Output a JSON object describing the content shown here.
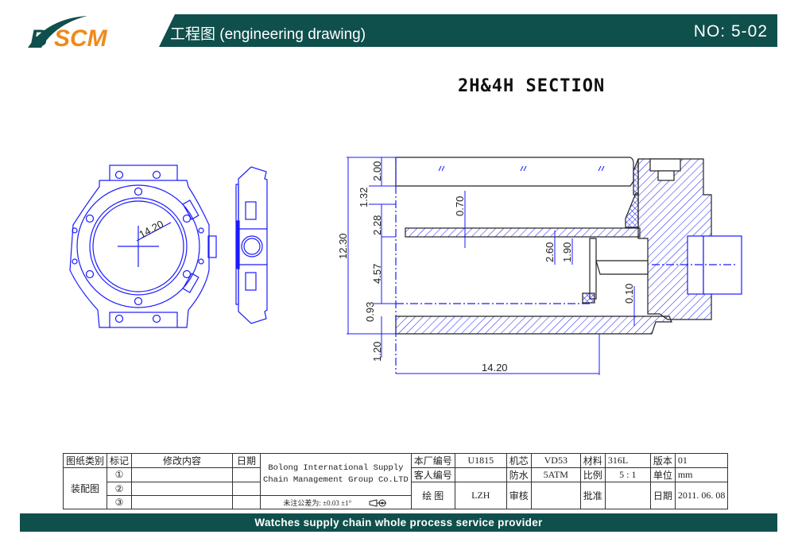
{
  "header": {
    "logo_text": "BSCM",
    "title": "工程图  (engineering drawing)",
    "number": "NO: 5-02"
  },
  "drawing": {
    "section_title": "2H&4H SECTION",
    "front_view_dim": "14.20",
    "dims": {
      "overall_height": "12.30",
      "crystal": "2.00",
      "gap": "1.32",
      "dial_zone": "2.28",
      "movement": "4.57",
      "back_gap": "0.93",
      "caseback": "1.20",
      "dial_thick": "0.70",
      "stem_a": "2.60",
      "stem_b": "1.90",
      "clearance": "0.10",
      "radius": "14.20"
    },
    "colors": {
      "line": "#1a1aff",
      "header": "#0f4f4c",
      "logo_orange": "#f08a1c"
    }
  },
  "title_block": {
    "category_label": "图纸类别",
    "category_value": "装配图",
    "mark_header": "标记",
    "change_header": "修改内容",
    "date_header": "日期",
    "marks": [
      "①",
      "②",
      "③"
    ],
    "company_line1": "Bolong International Supply",
    "company_line2": "Chain Management Group Co.LTD",
    "tolerance": "未注公差为: ±0.03  ±1°",
    "factory_no_label": "本厂编号",
    "factory_no": "U1815",
    "movement_label": "机芯",
    "movement": "VD53",
    "material_label": "材料",
    "material": "316L",
    "version_label": "版本",
    "version": "01",
    "client_no_label": "客人编号",
    "client_no": "",
    "water_label": "防水",
    "water": "5ATM",
    "scale_label": "比例",
    "scale": "5 : 1",
    "unit_label": "单位",
    "unit": "mm",
    "drawn_label": "绘  图",
    "drawn": "LZH",
    "review_label": "审核",
    "review": "",
    "approve_label": "批准",
    "approve": "",
    "date_label": "日期",
    "date": "2011. 06. 08"
  },
  "footer": {
    "text": "Watches supply chain whole process service provider"
  }
}
